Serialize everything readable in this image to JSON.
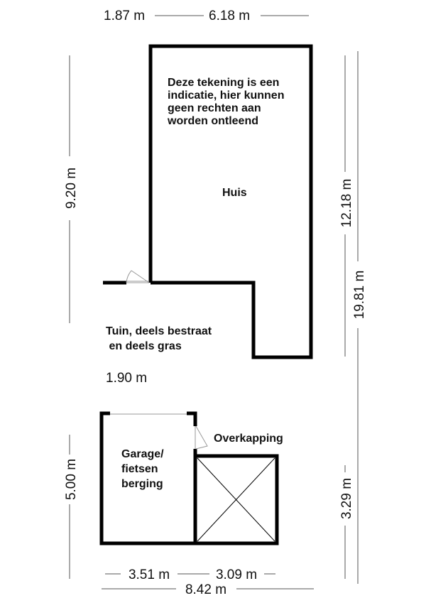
{
  "dimensions": {
    "top_left": "1.87 m",
    "top_width": "6.18 m",
    "left_house": "9.20 m",
    "right_house": "12.18 m",
    "right_total": "19.81 m",
    "garden_gap": "1.90 m",
    "left_garage": "5.00 m",
    "right_carport": "3.29 m",
    "bottom_garage": "3.51 m",
    "bottom_carport": "3.09 m",
    "bottom_total": "8.42 m"
  },
  "rooms": {
    "disclaimer": [
      "Deze tekening is een",
      "indicatie, hier kunnen",
      "geen rechten aan",
      "worden ontleend"
    ],
    "house": "Huis",
    "garden": [
      "Tuin, deels bestraat",
      " en deels gras"
    ],
    "garage": [
      "Garage/",
      "fietsen",
      "berging"
    ],
    "carport": "Overkapping"
  }
}
